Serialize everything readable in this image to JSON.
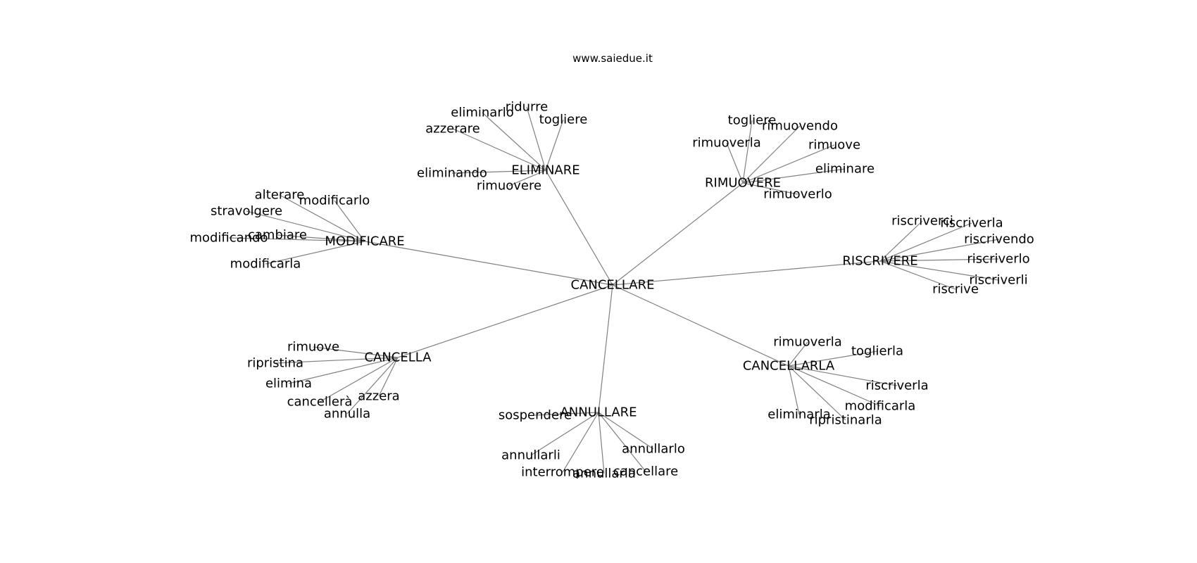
{
  "site": "www.saiedue.it",
  "root": "CANCELLARE",
  "groups": [
    {
      "hub": "ELIMINARE",
      "leaves": [
        "ridurre",
        "eliminarlo",
        "togliere",
        "azzerare",
        "eliminando",
        "rimuovere"
      ]
    },
    {
      "hub": "RIMUOVERE",
      "leaves": [
        "togliere",
        "rimuovendo",
        "rimuoverla",
        "rimuove",
        "eliminare",
        "rimuoverlo"
      ]
    },
    {
      "hub": "MODIFICARE",
      "leaves": [
        "alterare",
        "modificarlo",
        "stravolgere",
        "cambiare",
        "modificando",
        "modificarla"
      ]
    },
    {
      "hub": "RISCRIVERE",
      "leaves": [
        "riscriverci",
        "riscriverla",
        "riscrivendo",
        "riscriverlo",
        "riscriverli",
        "riscrive"
      ]
    },
    {
      "hub": "CANCELLA",
      "leaves": [
        "rimuove",
        "ripristina",
        "elimina",
        "cancellerà",
        "azzera",
        "annulla"
      ]
    },
    {
      "hub": "CANCELLARLA",
      "leaves": [
        "rimuoverla",
        "toglierla",
        "riscriverla",
        "modificarla",
        "eliminarla",
        "ripristinarla"
      ]
    },
    {
      "hub": "ANNULLARE",
      "leaves": [
        "sospendere",
        "annullarlo",
        "annullarli",
        "interrompere",
        "annullarla",
        "cancellare"
      ]
    }
  ]
}
